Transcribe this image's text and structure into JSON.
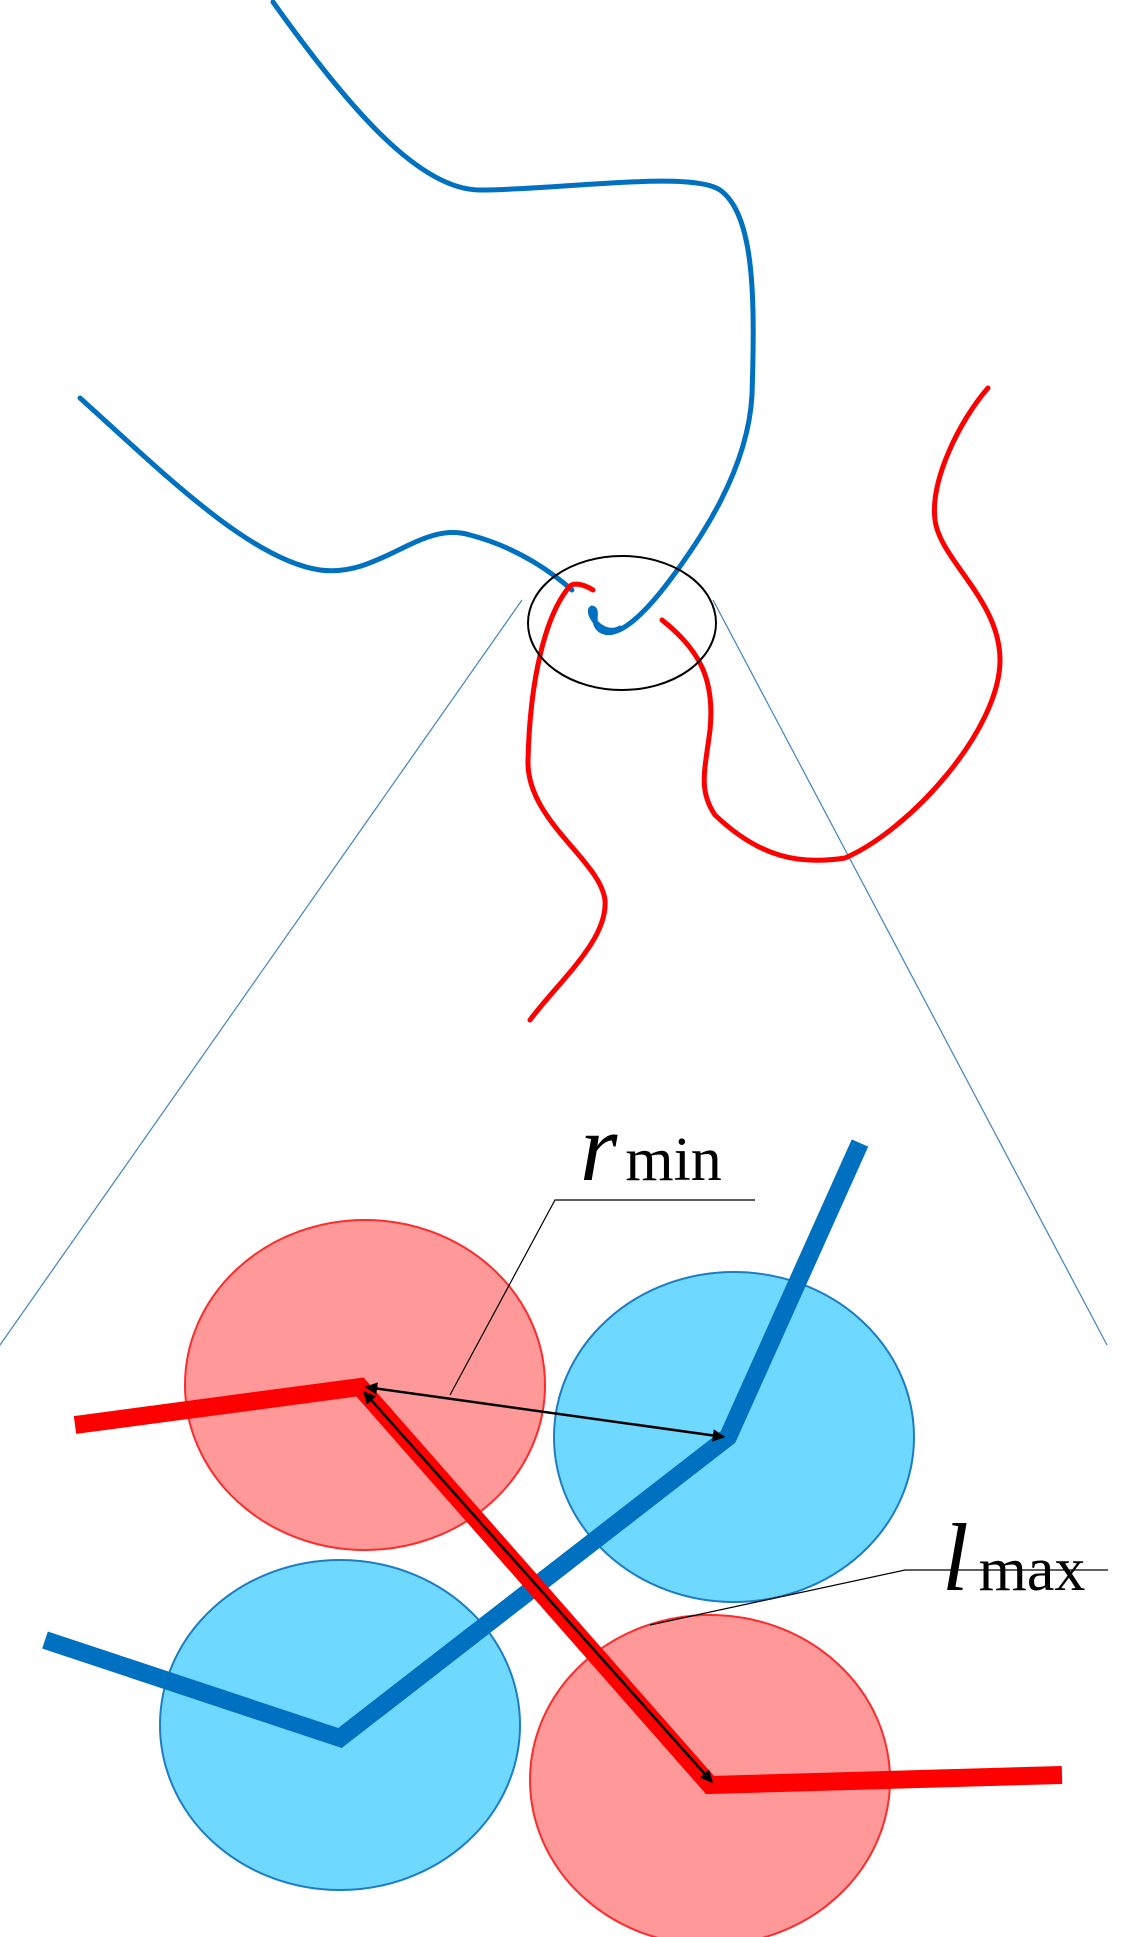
{
  "labels": {
    "r_min": {
      "main": "r",
      "sub": "min"
    },
    "l_max": {
      "main": "l",
      "sub": "max"
    }
  },
  "colors": {
    "chain_a": "#0070c0",
    "chain_b": "#ff0000",
    "bead_a_fill": "#6fd8ff",
    "bead_a_stroke": "#1c7cc4",
    "bead_b_fill": "#ff9999",
    "bead_b_stroke": "#ff2a2a",
    "zoom_circle": "#000000",
    "zoom_lines": "#3f83c4",
    "arrow": "#000000",
    "leader": "#000000"
  }
}
